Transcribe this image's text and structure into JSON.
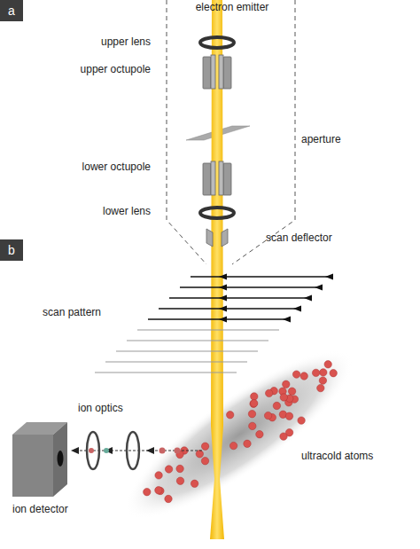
{
  "diagram": {
    "nodes": [
      {
        "text": [
          "a"
        ]
      },
      {
        "text": [
          "b"
        ]
      }
    ],
    "labels": [
      "electron emitter",
      "upper lens",
      "upper octupole",
      "aperture",
      "lower octupole",
      "lower lens",
      "scan deflector",
      "scan pattern",
      "ion optics",
      "ultracold atoms",
      "ion detector"
    ]
  }
}
